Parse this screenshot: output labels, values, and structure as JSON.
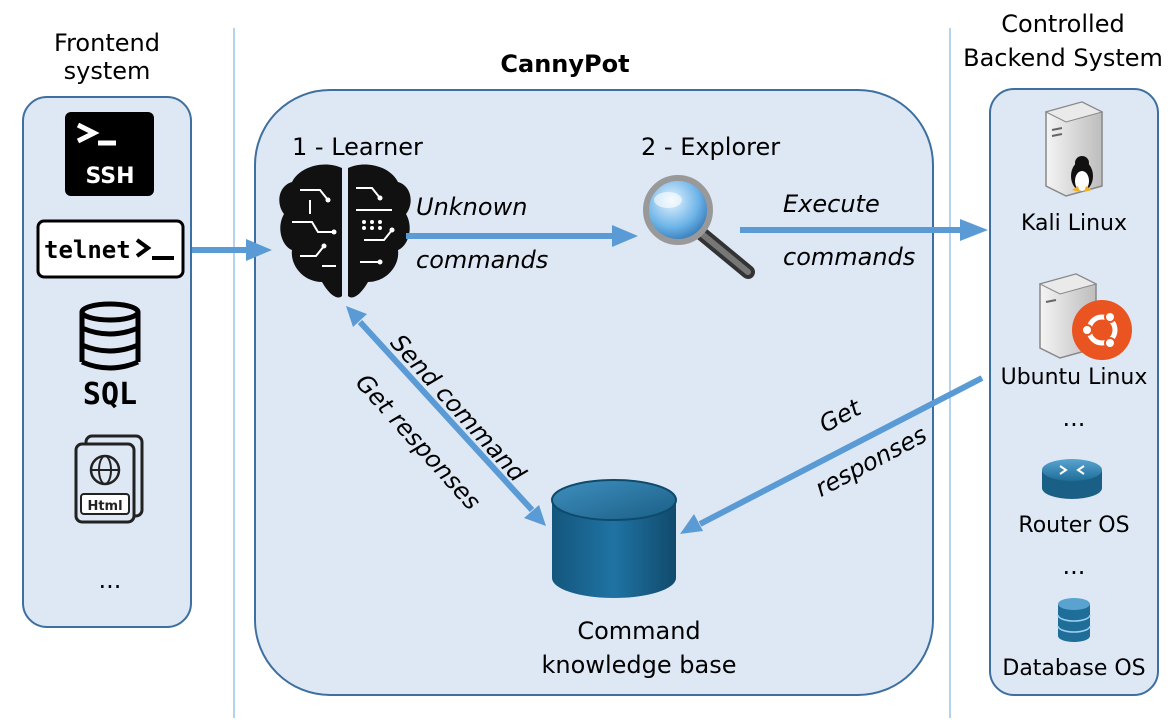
{
  "diagram": {
    "title": "CannyPot",
    "frontend": {
      "title_line1": "Frontend",
      "title_line2": "system",
      "icons": [
        {
          "icon": "ssh-terminal-icon",
          "text": "SSH"
        },
        {
          "icon": "telnet-icon",
          "text": "telnet"
        },
        {
          "icon": "sql-database-icon",
          "text": "SQL"
        },
        {
          "icon": "html-document-icon",
          "text": "Html"
        }
      ],
      "ellipsis": "..."
    },
    "cannypot": {
      "learner_label": "1 - Learner",
      "explorer_label": "2 - Explorer",
      "unknown_line1": "Unknown",
      "unknown_line2": "commands",
      "execute_line1": "Execute",
      "execute_line2": "commands",
      "send_command": "Send command",
      "get_responses_left": "Get responses",
      "get_responses_right_line1": "Get",
      "get_responses_right_line2": "responses",
      "kb_line1": "Command",
      "kb_line2": "knowledge base"
    },
    "backend": {
      "title_line1": "Controlled",
      "title_line2": "Backend System",
      "systems": [
        {
          "label": "Kali Linux",
          "icon": "linux-server-icon"
        },
        {
          "label": "Ubuntu Linux",
          "icon": "ubuntu-server-icon"
        },
        {
          "label": "Router OS",
          "icon": "router-icon"
        },
        {
          "label": "Database OS",
          "icon": "database-server-icon"
        }
      ],
      "ellipsis": "..."
    },
    "colors": {
      "panel_fill": "#dde8f4",
      "panel_stroke": "#3d6fa0",
      "arrow": "#5b9bd5",
      "divider": "#9dc3e6",
      "database": "#1f6e99"
    }
  }
}
